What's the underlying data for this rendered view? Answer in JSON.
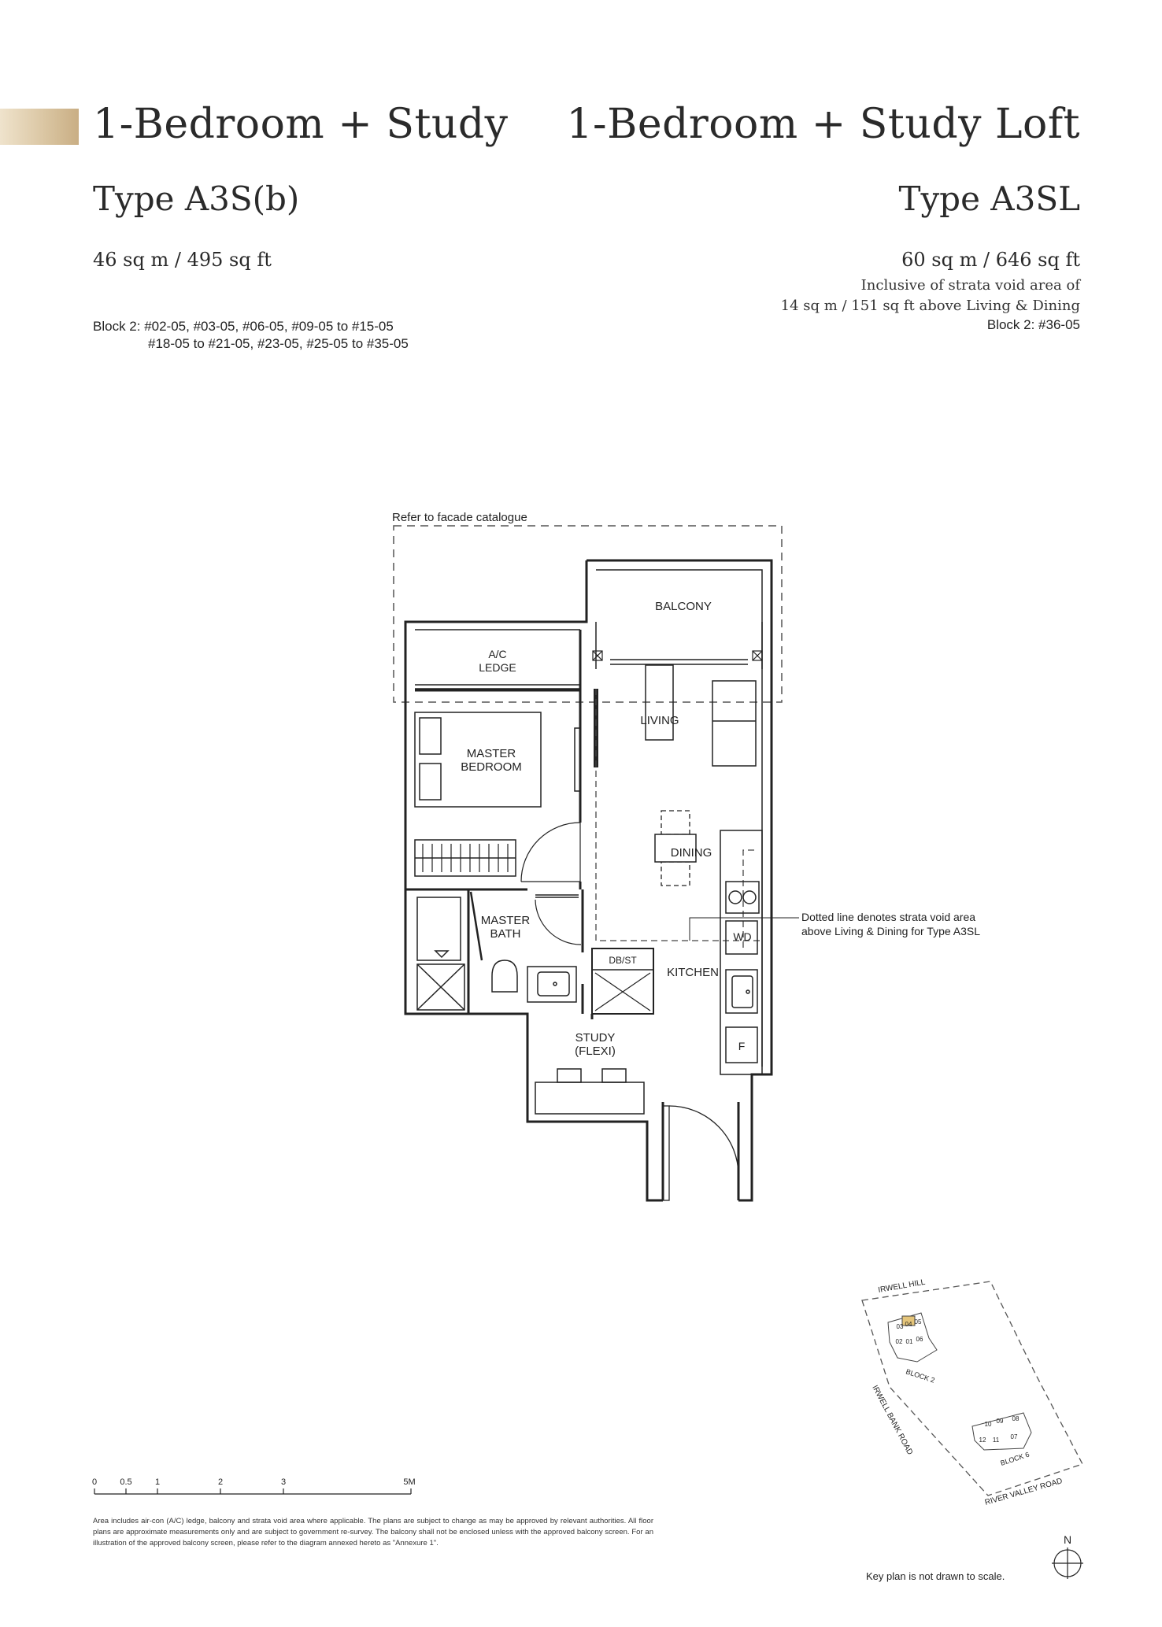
{
  "left_unit": {
    "title": "1-Bedroom + Study",
    "type": "Type A3S(b)",
    "area": "46 sq m / 495 sq ft",
    "blocks_line1": "Block 2: #02-05, #03-05, #06-05, #09-05 to #15-05",
    "blocks_line2": "#18-05 to #21-05, #23-05, #25-05 to #35-05"
  },
  "right_unit": {
    "title": "1-Bedroom + Study Loft",
    "type": "Type A3SL",
    "area": "60 sq m / 646 sq ft",
    "note_line1": "Inclusive of strata void area of",
    "note_line2": "14 sq m / 151 sq ft above Living & Dining",
    "blocks": "Block 2: #36-05"
  },
  "plan_labels": {
    "facade_note": "Refer to facade catalogue",
    "balcony": "BALCONY",
    "ac_ledge_1": "A/C",
    "ac_ledge_2": "LEDGE",
    "living": "LIVING",
    "master_bedroom_1": "MASTER",
    "master_bedroom_2": "BEDROOM",
    "dining": "DINING",
    "master_bath_1": "MASTER",
    "master_bath_2": "BATH",
    "dbst": "DB/ST",
    "kitchen": "KITCHEN",
    "wd": "WD",
    "fridge": "F",
    "study_1": "STUDY",
    "study_2": "(FLEXI)",
    "void_note_1": "Dotted line denotes strata void area",
    "void_note_2": "above Living & Dining for Type A3SL"
  },
  "scale_bar": {
    "ticks": [
      "0",
      "0.5",
      "1",
      "2",
      "3",
      "5M"
    ]
  },
  "disclaimer": "Area includes air-con (A/C) ledge, balcony and strata void area where applicable. The plans are subject to change as may be approved by relevant authorities. All floor plans are approximate measurements only and are subject to government re-survey. The balcony shall not be enclosed unless with the approved balcony screen. For an illustration of the approved balcony screen, please refer to the diagram annexed hereto as \"Annexure 1\".",
  "key_plan": {
    "irwell_hill": "IRWELL HILL",
    "irwell_bank_road": "IRWELL BANK ROAD",
    "river_valley_road": "RIVER VALLEY ROAD",
    "block2": "BLOCK 2",
    "block6": "BLOCK 6",
    "unit_nums_b2": [
      "03",
      "04",
      "05",
      "02",
      "01",
      "06"
    ],
    "unit_nums_b6": [
      "10",
      "09",
      "08",
      "12",
      "11",
      "07"
    ],
    "caption": "Key plan is not drawn to scale.",
    "north": "N"
  }
}
